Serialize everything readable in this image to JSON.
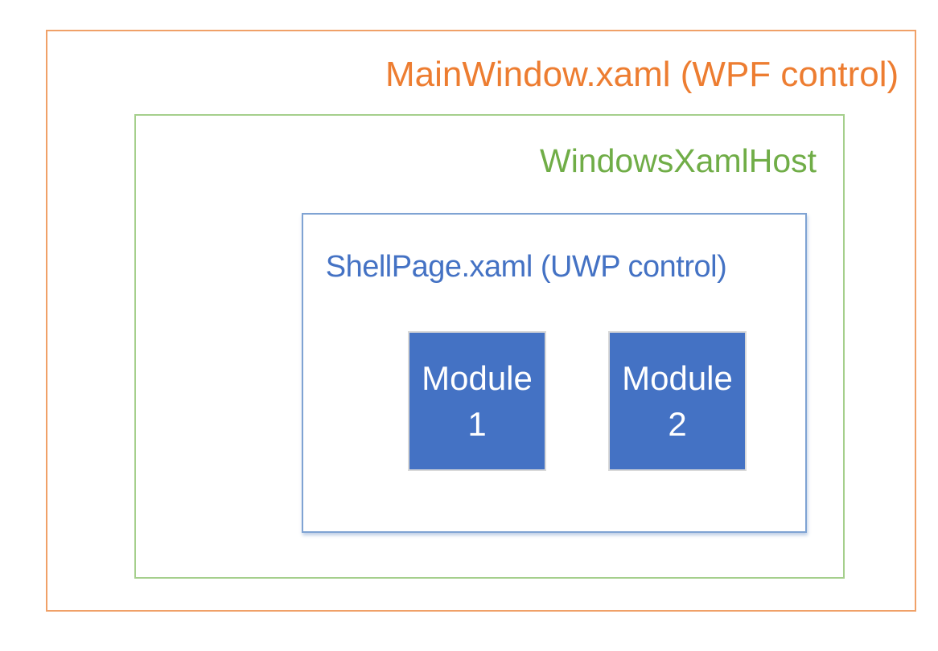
{
  "diagram": {
    "title_context": "XAML Islands nested control diagram",
    "outer_box": {
      "label": "MainWindow.xaml (WPF control)",
      "text_color": "#ED7D31",
      "border_color": "#F0A168"
    },
    "host_box": {
      "label": "WindowsXamlHost",
      "text_color": "#70AD47",
      "border_color": "#A5CF8C"
    },
    "shell_box": {
      "label": "ShellPage.xaml (UWP control)",
      "text_color": "#4472C4",
      "border_color": "#7FA3D3"
    },
    "modules": [
      {
        "line1": "Module",
        "line2": "1",
        "fill": "#4472C4",
        "text_color": "#FFFFFF",
        "border_color": "#D9D9D9"
      },
      {
        "line1": "Module",
        "line2": "2",
        "fill": "#4472C4",
        "text_color": "#FFFFFF",
        "border_color": "#D9D9D9"
      }
    ]
  }
}
